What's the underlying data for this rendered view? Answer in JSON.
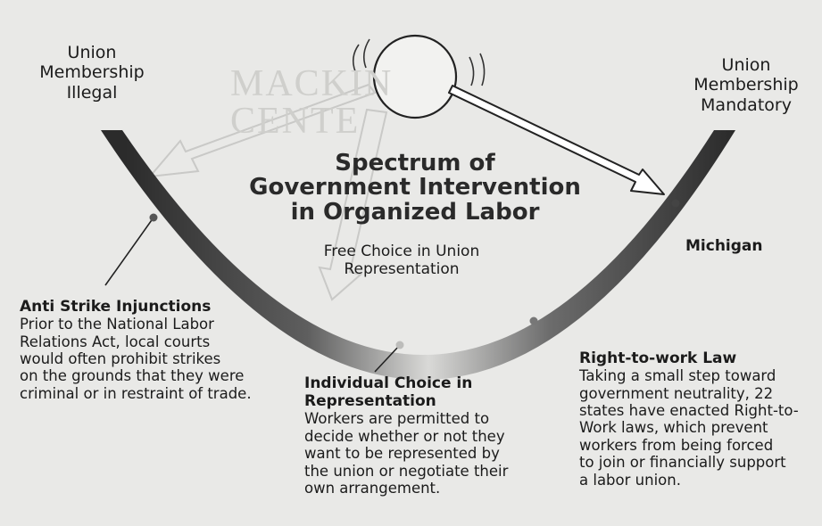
{
  "left_end": {
    "lines": [
      "Union",
      "Membership",
      "Illegal"
    ]
  },
  "right_end": {
    "lines": [
      "Union",
      "Membership",
      "Mandatory"
    ]
  },
  "title": {
    "lines": [
      "Spectrum of",
      "Government Intervention",
      "in Organized Labor"
    ]
  },
  "center_label": {
    "lines": [
      "Free Choice in Union",
      "Representation"
    ]
  },
  "michigan_label": "Michigan",
  "anti_strike": {
    "heading": "Anti Strike Injunctions",
    "lines": [
      "Prior to the National Labor",
      "Relations Act, local courts",
      "would often prohibit strikes",
      "on the grounds that they were",
      "criminal or in restraint of trade."
    ]
  },
  "individual_choice": {
    "heading_lines": [
      "Individual Choice in",
      "Representation"
    ],
    "lines": [
      "Workers are permitted to",
      "decide whether or not they",
      "want to be represented by",
      "the union or negotiate their",
      "own arrangement."
    ]
  },
  "right_to_work": {
    "heading": "Right-to-work Law",
    "lines": [
      "Taking a small step toward",
      "government neutrality, 22",
      "states have enacted Right-to-",
      "Work laws, which prevent",
      "workers from being forced",
      "to join or financially support",
      "a labor union."
    ]
  },
  "colors": {
    "background": "#e9e9e7",
    "arc_dark": "#2c2c2c",
    "arc_light": "#d8d8d6",
    "ghost_text": "#cfcfcc"
  }
}
